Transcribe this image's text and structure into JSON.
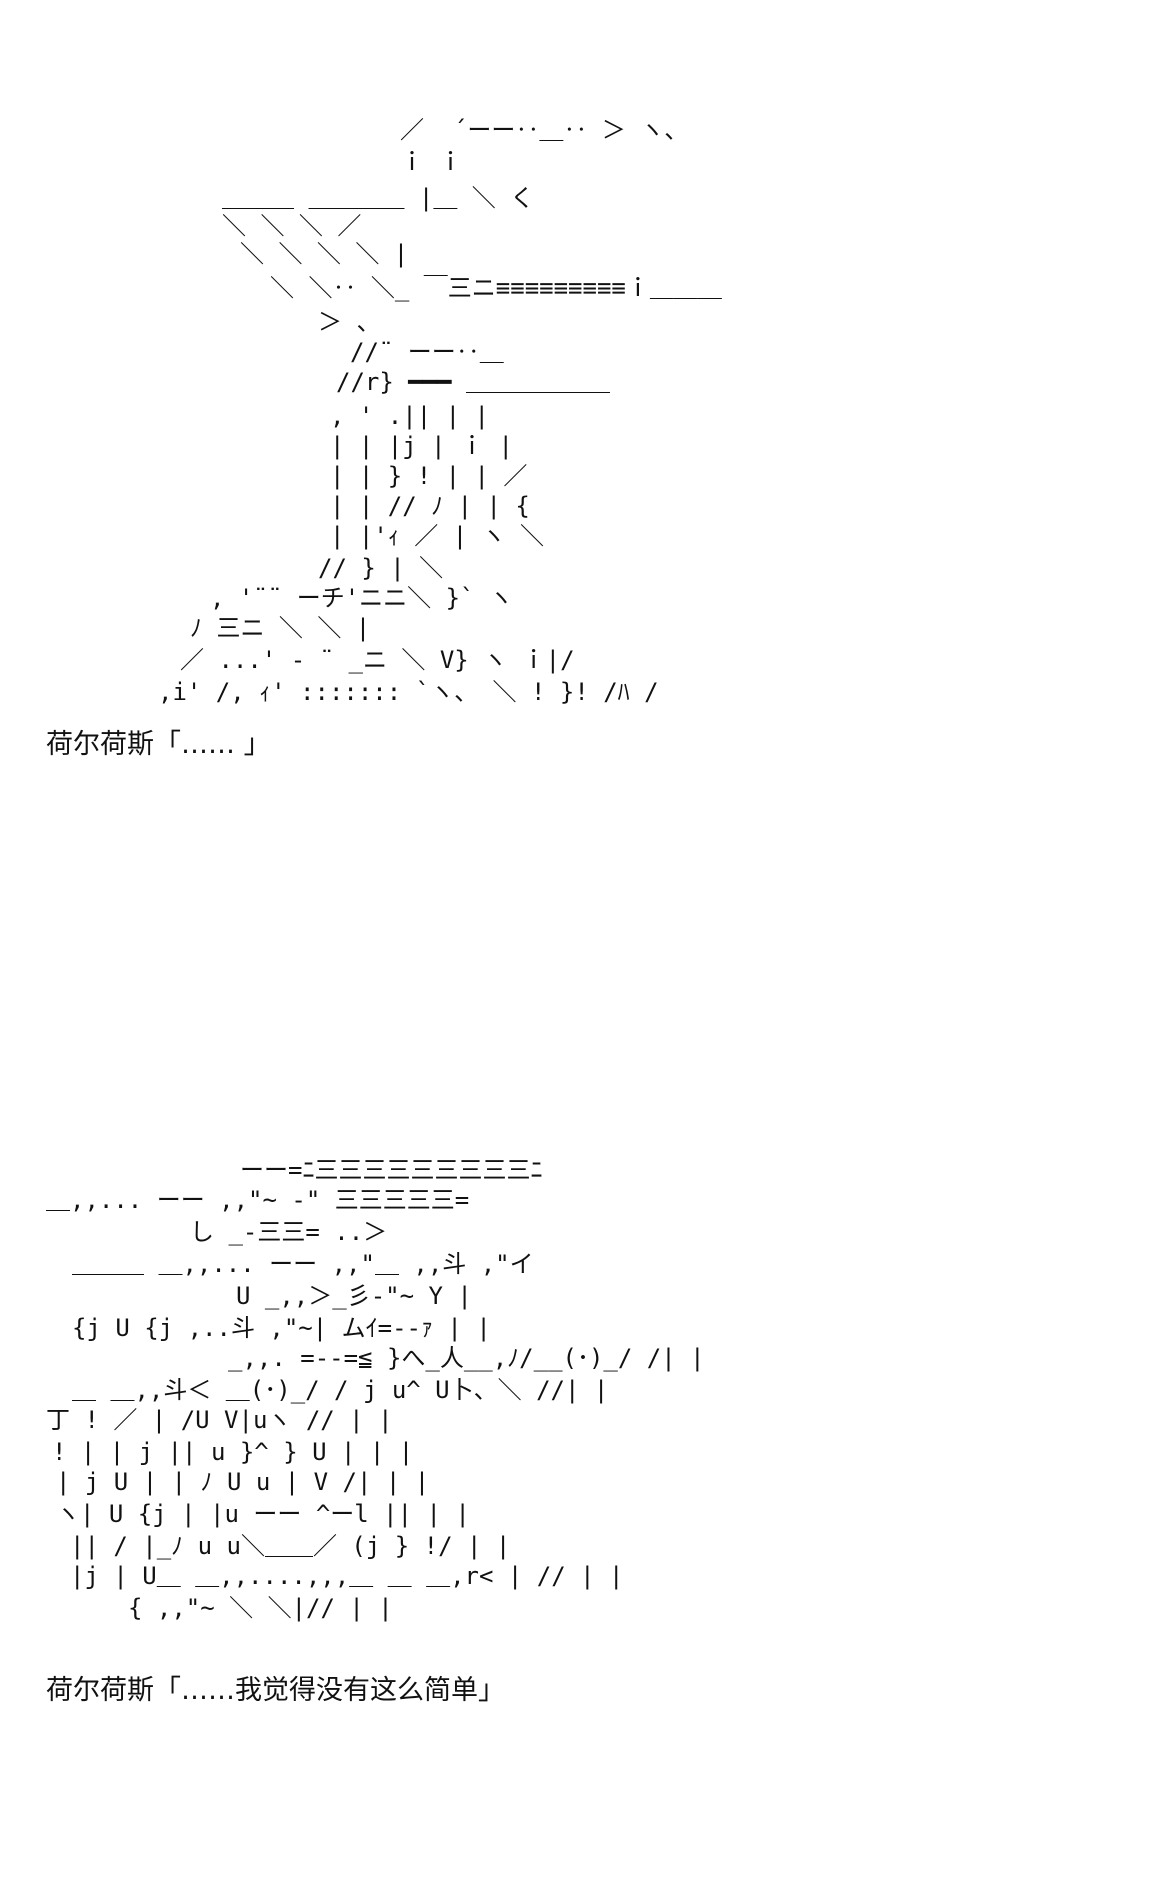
{
  "panels": [
    {
      "art_lines": [
        "／  ´ーー‥＿‥ ＞ ヽ、",
        "ｉ ｉ",
        "＿＿＿ ＿＿＿＿ |＿ ＼ く",
        "＼ ＼ ＼ ／",
        "＼ ＼ ＼ ＼ |",
        "＼ ＼‥ ＼_ ￣三ニ≡≡≡≡≡≡≡≡≡ｉ＿＿＿",
        "＞ 、",
        "//¨ ーー‥＿",
        "//r} ━━━ ＿＿＿＿＿＿",
        ", ' .|| | |",
        "| | |j | ｉ |",
        "| | } ! | | ／",
        "| | // ﾉ | | {",
        "| |'ｨ ／ | ヽ ＼",
        "// } | ＼",
        ", '¨¨ ーチ'ニニ＼ }` ヽ",
        "ﾉ 三ニ ＼ ＼ |",
        "／ ...' - ¨ _ニ ＼ V} ヽ ｉ|/",
        ",i' /, ｨ' ::::::: `ヽ、 ＼ ! }! /ﾊ /"
      ],
      "caption": "荷尔荷斯「…… 」"
    },
    {
      "art_lines": [
        "ーー=ﾆ三三三三三三三三三ﾆ",
        "＿,,... ーー ,,\"~ -\" 三三三三三=",
        "し _-三三= ..＞",
        "＿＿＿ ＿,,... ーー ,,\"＿ ,,斗 ,\"イ",
        "U _,,＞_彡-\"~ Y |",
        "{j U {j ,..斗 ,\"~| ムｲ=--ｧ | |",
        "_,,. =--=≦ }へ_人__,ﾉ/__(･)_/ /| |",
        "＿ ＿,,斗＜ ＿(･)_/ / j u^ U卜、＼ //| |",
        "丁 ! ／ | /U V|uヽ // | |",
        "! | | j || u }^ } U | | |",
        "| j U | | ﾉ U u | V /| | |",
        "ヽ| U {j | |u ーー ^ーl || | |",
        "|| / |_ﾉ u u＼＿＿／ (j } !/ | |",
        "|j | U＿ ＿,,....,,,＿ ＿ ＿,r< | // | |",
        "{ ,,\"~ ＼ ＼|// | |"
      ],
      "caption": "荷尔荷斯「……我觉得没有这么简单」"
    }
  ]
}
